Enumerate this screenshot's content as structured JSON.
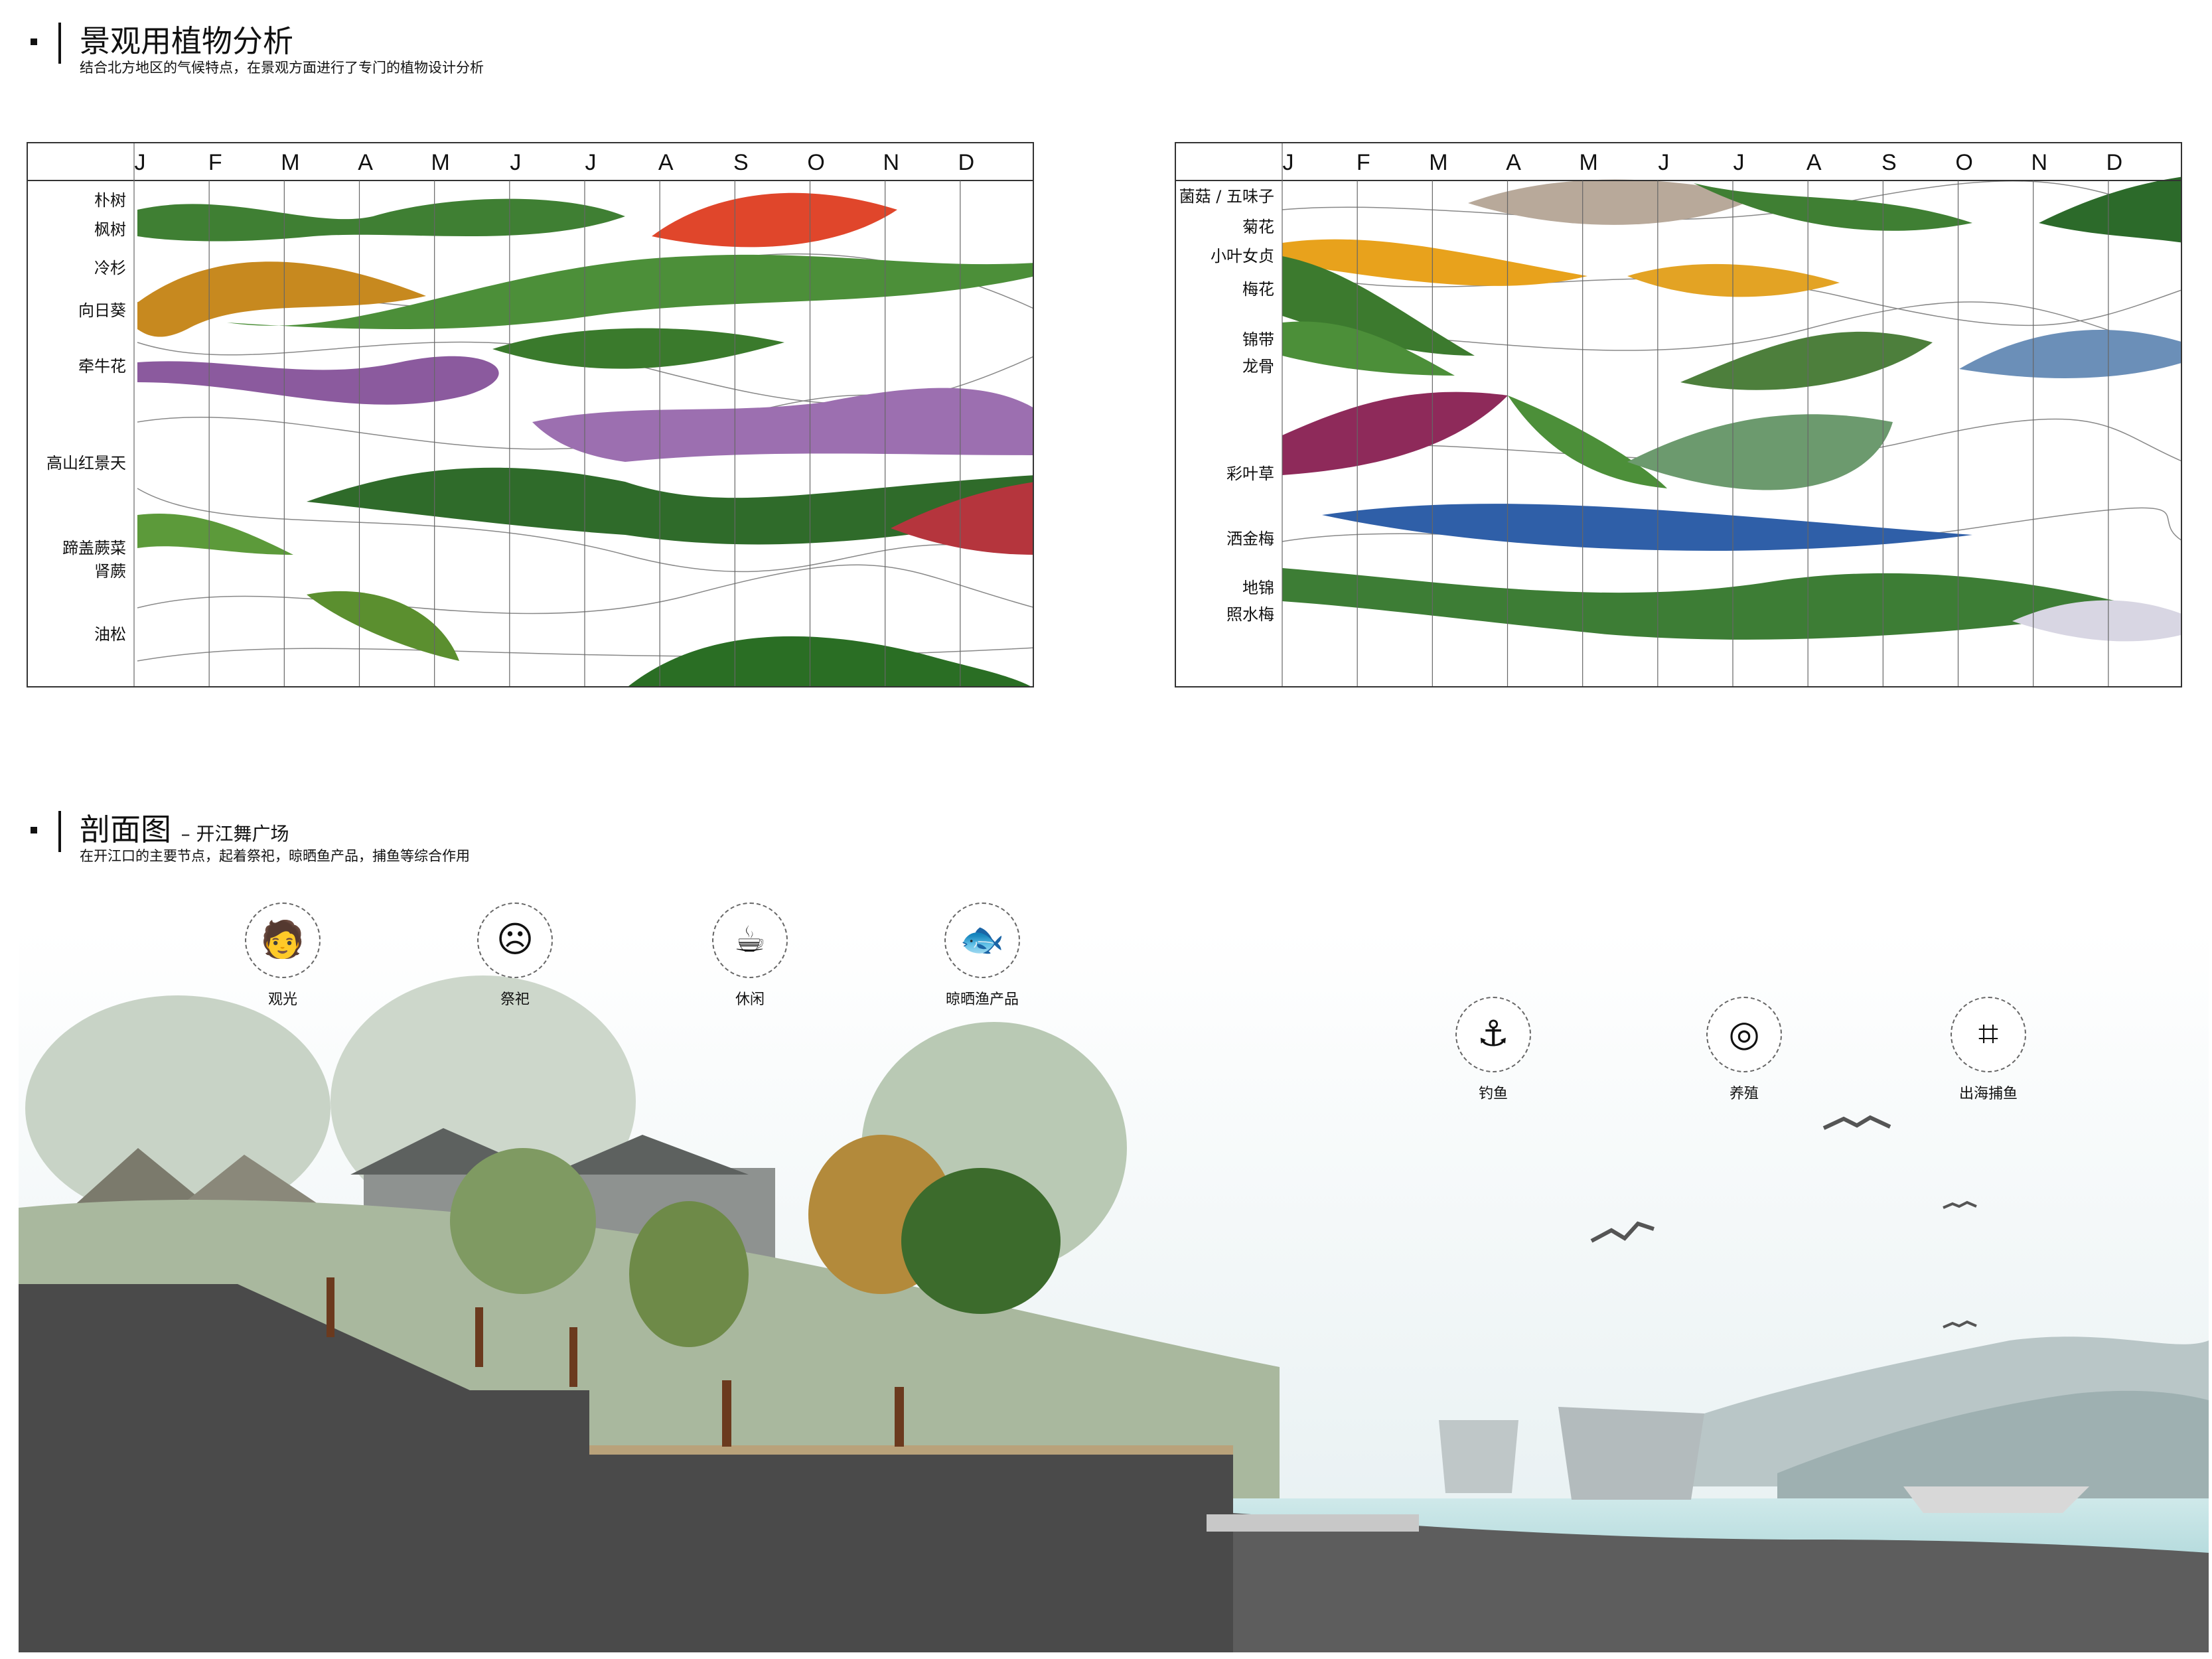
{
  "section1": {
    "title": "景观用植物分析",
    "desc": "结合北方地区的气候特点，在景观方面进行了专门的植物设计分析"
  },
  "left_chart": {
    "months": [
      "J",
      "F",
      "M",
      "A",
      "M",
      "J",
      "J",
      "A",
      "S",
      "O",
      "N",
      "D"
    ],
    "plants": [
      "朴树",
      "枫树",
      "冷杉",
      "向日葵",
      "牵牛花",
      "高山红景天",
      "蹄盖蕨菜",
      "肾蕨",
      "油松"
    ]
  },
  "right_chart": {
    "months": [
      "J",
      "F",
      "M",
      "A",
      "M",
      "J",
      "J",
      "A",
      "S",
      "O",
      "N",
      "D"
    ],
    "plants": [
      "菌菇 / 五味子",
      "菊花",
      "小叶女贞",
      "梅花",
      "锦带",
      "龙骨",
      "彩叶草",
      "洒金梅",
      "地锦",
      "照水梅"
    ]
  },
  "section2": {
    "title": "剖面图",
    "subtitle": "– 开江舞广场",
    "desc": "在开江口的主要节点，起着祭祀，晾晒鱼产品，捕鱼等综合作用"
  },
  "functions_left": [
    {
      "label": "观光",
      "icon": "tourist-icon"
    },
    {
      "label": "祭祀",
      "icon": "mask-icon"
    },
    {
      "label": "休闲",
      "icon": "leisure-icon"
    },
    {
      "label": "晾晒渔产品",
      "icon": "drying-fish-icon"
    }
  ],
  "functions_right": [
    {
      "label": "钓鱼",
      "icon": "fishing-icon"
    },
    {
      "label": "养殖",
      "icon": "aquaculture-icon"
    },
    {
      "label": "出海捕鱼",
      "icon": "fishing-net-icon"
    }
  ],
  "colors": {
    "leaf_dark": "#2f6b2a",
    "leaf_mid": "#4c8f39",
    "leaf_light": "#8cbf5c",
    "maple_red": "#e0462b",
    "sunflower": "#e8a21c",
    "petunia": "#8b5a9e",
    "coleus": "#8e2a5a",
    "water": "#b9dde0",
    "ground": "#4a4a4a"
  }
}
